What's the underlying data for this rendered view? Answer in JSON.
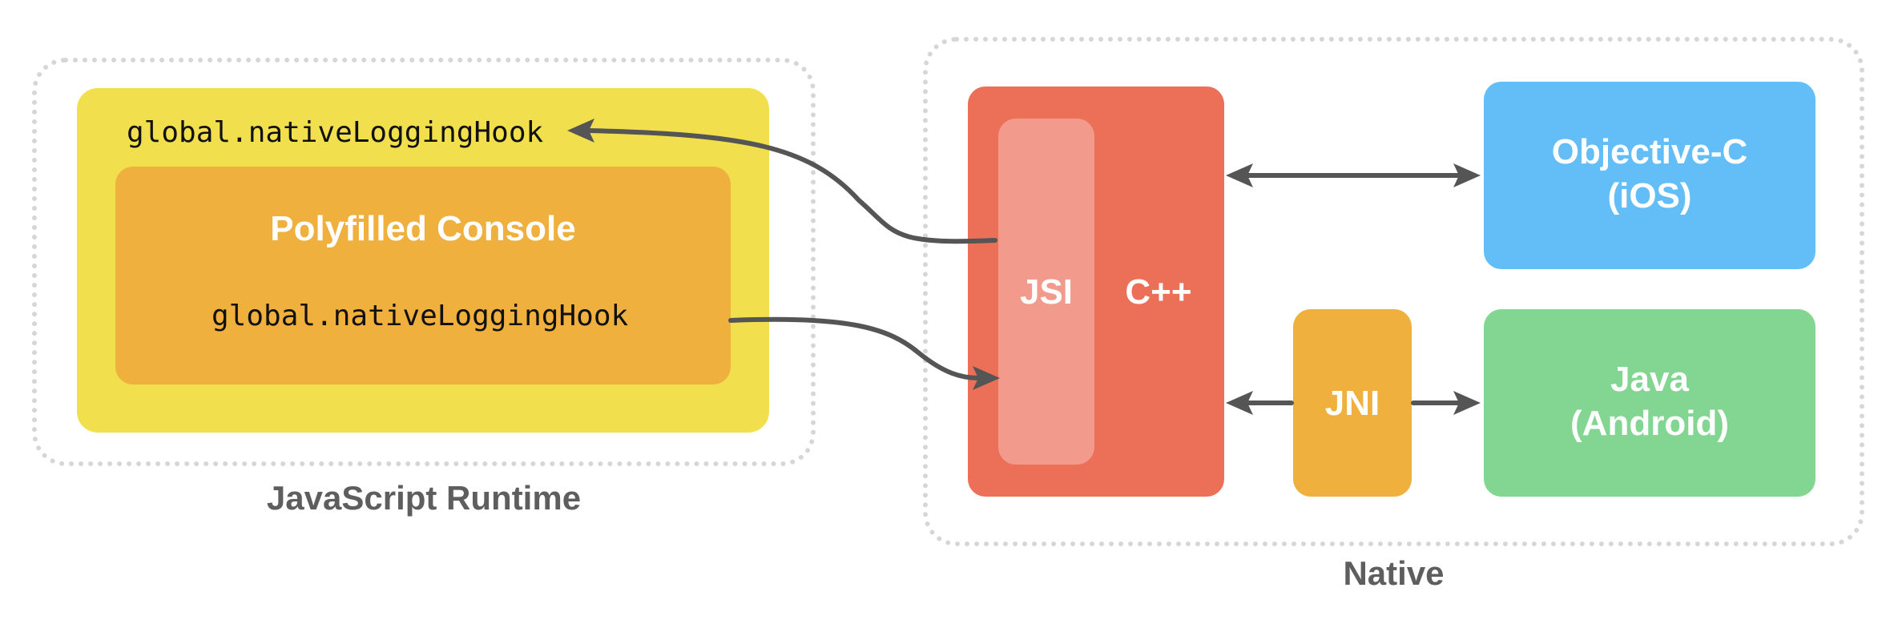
{
  "groups": {
    "js_runtime": {
      "title": "JavaScript Runtime"
    },
    "native": {
      "title": "Native"
    }
  },
  "js": {
    "global_hook": "global.nativeLoggingHook",
    "console_title": "Polyfilled Console",
    "console_hook": "global.nativeLoggingHook"
  },
  "native_nodes": {
    "jsi": "JSI",
    "cpp": "C++",
    "jni": "JNI",
    "objc_line1": "Objective-C",
    "objc_line2": "(iOS)",
    "java_line1": "Java",
    "java_line2": "(Android)"
  },
  "colors": {
    "yellow": "#f1df4e",
    "orange": "#efb03d",
    "red": "#ec6f58",
    "jsi_light": "#f29b8d",
    "blue": "#63bdf6",
    "green": "#83d692",
    "arrow": "#555555"
  }
}
